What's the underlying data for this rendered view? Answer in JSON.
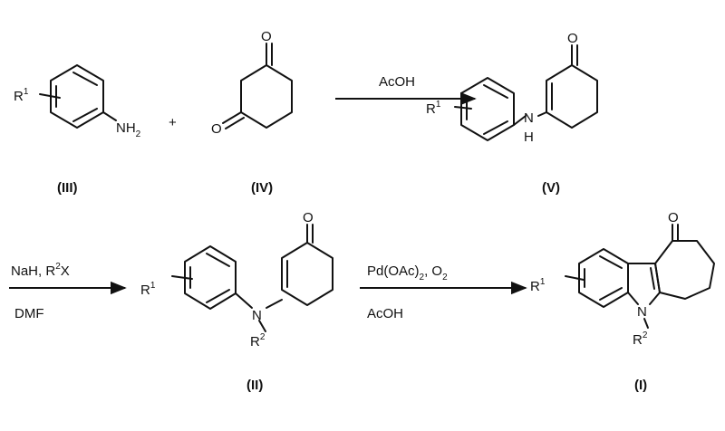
{
  "substituents": {
    "r1": "R",
    "r1_sup": "1",
    "r2": "R",
    "r2_sup": "2"
  },
  "atoms": {
    "amine_n": "NH",
    "amine_sub": "2",
    "oxygen": "O",
    "nitrogen": "N",
    "h": "H"
  },
  "plus_sign": "+",
  "reactions": {
    "step1": {
      "reagent": "AcOH"
    },
    "step2": {
      "reagent_a": "NaH, R",
      "reagent_a_sup": "2",
      "reagent_a_end": "X",
      "solvent": "DMF"
    },
    "step3": {
      "reagent_a": "Pd(OAc)",
      "reagent_a_sub": "2",
      "reagent_a_end": ", O",
      "reagent_a_sub2": "2",
      "solvent": "AcOH"
    }
  },
  "compounds": {
    "III": "(III)",
    "IV": "(IV)",
    "V": "(V)",
    "II": "(II)",
    "I": "(I)"
  }
}
